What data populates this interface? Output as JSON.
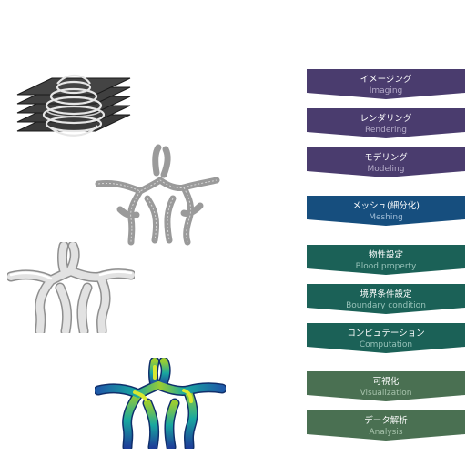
{
  "colors": {
    "purple": "#4a3c6e",
    "blue": "#164e7e",
    "teal": "#1b6157",
    "green": "#4a7052"
  },
  "steps": [
    {
      "jp": "イメージング",
      "en": "Imaging",
      "color": "#4a3c6e",
      "en_color": "#b4abc8"
    },
    {
      "jp": "レンダリング",
      "en": "Rendering",
      "color": "#4a3c6e",
      "en_color": "#b4abc8"
    },
    {
      "jp": "モデリング",
      "en": "Modeling",
      "color": "#4a3c6e",
      "en_color": "#b4abc8"
    },
    {
      "jp": "メッシュ(細分化)",
      "en": "Meshing",
      "color": "#164e7e",
      "en_color": "#9fbcd6"
    },
    {
      "jp": "物性設定",
      "en": "Blood property",
      "color": "#1b6157",
      "en_color": "#97c2b9"
    },
    {
      "jp": "境界条件設定",
      "en": "Boundary condition",
      "color": "#1b6157",
      "en_color": "#97c2b9"
    },
    {
      "jp": "コンピュテーション",
      "en": "Computation",
      "color": "#1b6157",
      "en_color": "#97c2b9"
    },
    {
      "jp": "可視化",
      "en": "Visualization",
      "color": "#4a7052",
      "en_color": "#a6c2ab"
    },
    {
      "jp": "データ解析",
      "en": "Analysis",
      "color": "#4a7052",
      "en_color": "#a6c2ab"
    }
  ],
  "illustrations": [
    {
      "icon": "ct-slice-stack-icon"
    },
    {
      "icon": "wireframe-mesh-vessel-icon"
    },
    {
      "icon": "solid-vessel-model-icon"
    },
    {
      "icon": "colored-flow-visualization-icon"
    }
  ]
}
